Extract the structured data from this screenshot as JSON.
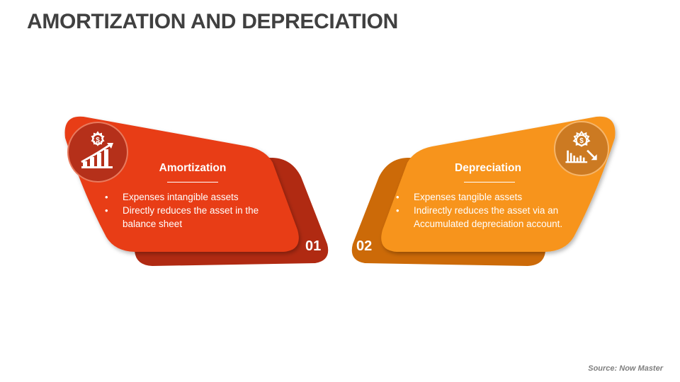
{
  "title": "AMORTIZATION AND DEPRECIATION",
  "colors": {
    "amortization_front": "#E83E16",
    "amortization_back": "#B02A12",
    "amortization_icon_circle": "#B5301A",
    "depreciation_front": "#F7941D",
    "depreciation_back": "#CC6A08",
    "depreciation_icon_circle": "#CC7A22",
    "title": "#404040",
    "source": "#7F7F7F"
  },
  "cards": [
    {
      "number": "01",
      "heading": "Amortization",
      "icon": "growth-chart-dollar-icon",
      "bullets": [
        "Expenses intangible assets",
        "Directly reduces the asset in the balance sheet"
      ]
    },
    {
      "number": "02",
      "heading": "Depreciation",
      "icon": "declining-chart-dollar-icon",
      "bullets": [
        "Expenses tangible assets",
        "Indirectly reduces the asset via an Accumulated depreciation account."
      ]
    }
  ],
  "footer": {
    "source": "Source: Now Master"
  }
}
